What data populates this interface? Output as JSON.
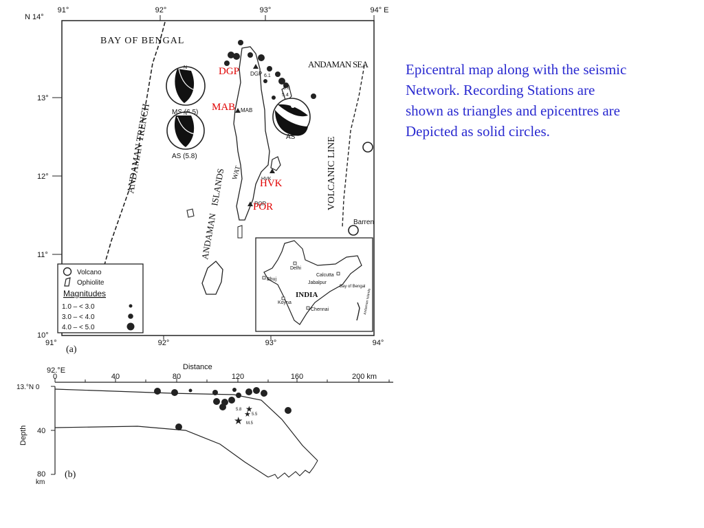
{
  "caption": {
    "lines": [
      "Epicentral map along with the seismic",
      "Network. Recording Stations are",
      "shown as triangles and epicentres are",
      "Depicted as solid circles."
    ],
    "color": "#2a2ad0"
  },
  "map_a": {
    "panel_label": "(a)",
    "top_longitudes": [
      "91°",
      "92°",
      "93°",
      "94° E"
    ],
    "bottom_longitudes": [
      "91°",
      "92°",
      "93°",
      "94°"
    ],
    "latitudes": [
      "N 14°",
      "13°",
      "12°",
      "11°",
      "10°"
    ],
    "place_labels": {
      "bay_of_bengal": "BAY OF BENGAL",
      "andaman_sea": "ANDAMAN SEA",
      "andaman_trench": "ANDAMAN TRENCH",
      "volcanic_line": "VOLCANIC LINE",
      "islands": "ISLANDS",
      "andaman": "ANDAMAN",
      "barren": "Barren",
      "wat": "WAT"
    },
    "stations_red": [
      "DGP",
      "MAB",
      "HVK",
      "POR"
    ],
    "stations_small": [
      "DGP",
      "MAB",
      "HVK",
      "POR"
    ],
    "magnitude_tags": [
      "6.1",
      "5.8",
      "5.4"
    ],
    "focal_mechanisms": [
      "MS (6.5)",
      "AS (5.8)",
      "AS"
    ],
    "legend": {
      "volcano": "Volcano",
      "ophiolite": "Ophiolite",
      "title": "Magnitudes",
      "rows": [
        "1.0 – < 3.0",
        "3.0 – < 4.0",
        "4.0 – < 5.0"
      ]
    },
    "inset": {
      "country": "INDIA",
      "cities": [
        "Delhi",
        "Bhuj",
        "Calcutta",
        "Jabalpur",
        "Bay of Bengal",
        "Koyna",
        "Chennai",
        "Andaman Islands"
      ]
    }
  },
  "section_b": {
    "panel_label": "(b)",
    "distance_title": "Distance",
    "origin": "92.°E",
    "distance_ticks": [
      "0",
      "40",
      "80",
      "120",
      "160",
      "200 km"
    ],
    "depth_title": "Depth",
    "depth_ticks": [
      "13.°N 0",
      "40",
      "80"
    ],
    "depth_unit": "km",
    "star_labels": [
      "5.8",
      "5.5",
      "M.5"
    ]
  }
}
